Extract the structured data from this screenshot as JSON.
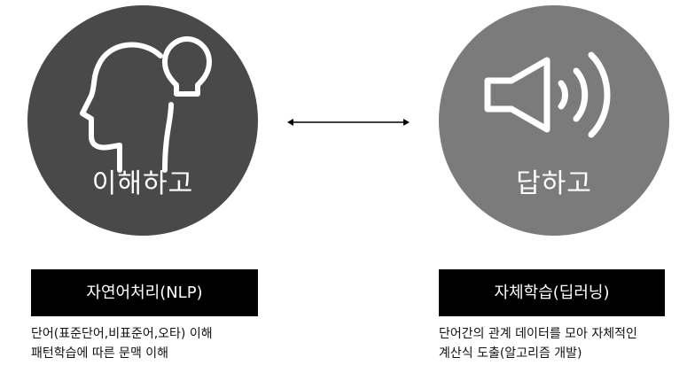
{
  "left_concept": {
    "icon": "head-lightbulb-icon",
    "title": "이해하고",
    "heading": "자연어처리(NLP)",
    "description_lines": [
      "단어(표준단어,비표준어,오타) 이해",
      "패턴학습에 따른 문맥 이해"
    ],
    "circle_color": "#494949"
  },
  "right_concept": {
    "icon": "speaker-icon",
    "title": "답하고",
    "heading": "자체학습(딥러닝)",
    "description_lines": [
      "단어간의 관계 데이터를 모아 자체적인",
      "계산식 도출(알고리즘 개발)"
    ],
    "circle_color": "#7b7b7b"
  },
  "connector": {
    "icon": "double-arrow-icon"
  }
}
